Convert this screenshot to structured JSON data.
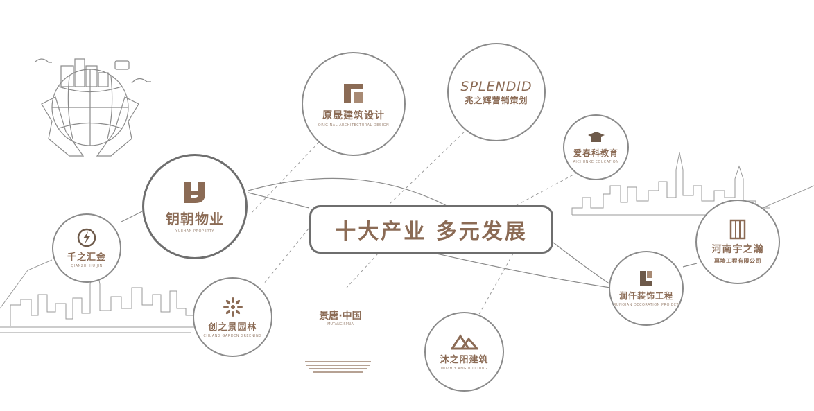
{
  "center_title": "十大产业  多元发展",
  "colors": {
    "brand_brown": "#8b6b55",
    "line_gray": "#8a8a8a"
  },
  "nodes": {
    "yuanjian": {
      "cn": "原晟建筑设计",
      "en": "ORIGINAL ARCHITECTURAL DESIGN",
      "icon": "yuanjian-logo-icon"
    },
    "splendid": {
      "wordmark": "SPLENDID",
      "cn": "兆之辉营销策划",
      "icon": "splendid-wordmark-icon"
    },
    "aichun": {
      "cn": "爱春科教育",
      "en": "AICHUNKE EDUCATION",
      "icon": "graduation-cap-icon"
    },
    "yuechao": {
      "cn": "钥朝物业",
      "en": "YUEHAN PROPERTY",
      "icon": "yuechao-logo-icon"
    },
    "qianzhi": {
      "cn": "千之汇金",
      "en": "QIANZHI HUIJIN",
      "icon": "lightning-circle-icon"
    },
    "chuangzhi": {
      "cn": "创之景园林",
      "en": "CHUANG GARDEN GREENING",
      "icon": "flower-icon"
    },
    "jingtang": {
      "cn": "景唐·中国",
      "en": "MUTANG SPRIA",
      "icon": "jingtang-logo-icon"
    },
    "muzhi": {
      "cn": "沐之阳建筑",
      "en": "MUZHIY ANG BUILDING",
      "icon": "mountain-icon"
    },
    "runqian": {
      "cn": "润仟装饰工程",
      "en": "RUNQIAN DECORATION PROJECT",
      "icon": "runqian-logo-icon"
    },
    "henan": {
      "cn": "河南宇之瀚",
      "cn2": "幕墙工程有限公司",
      "icon": "henan-logo-icon"
    }
  }
}
